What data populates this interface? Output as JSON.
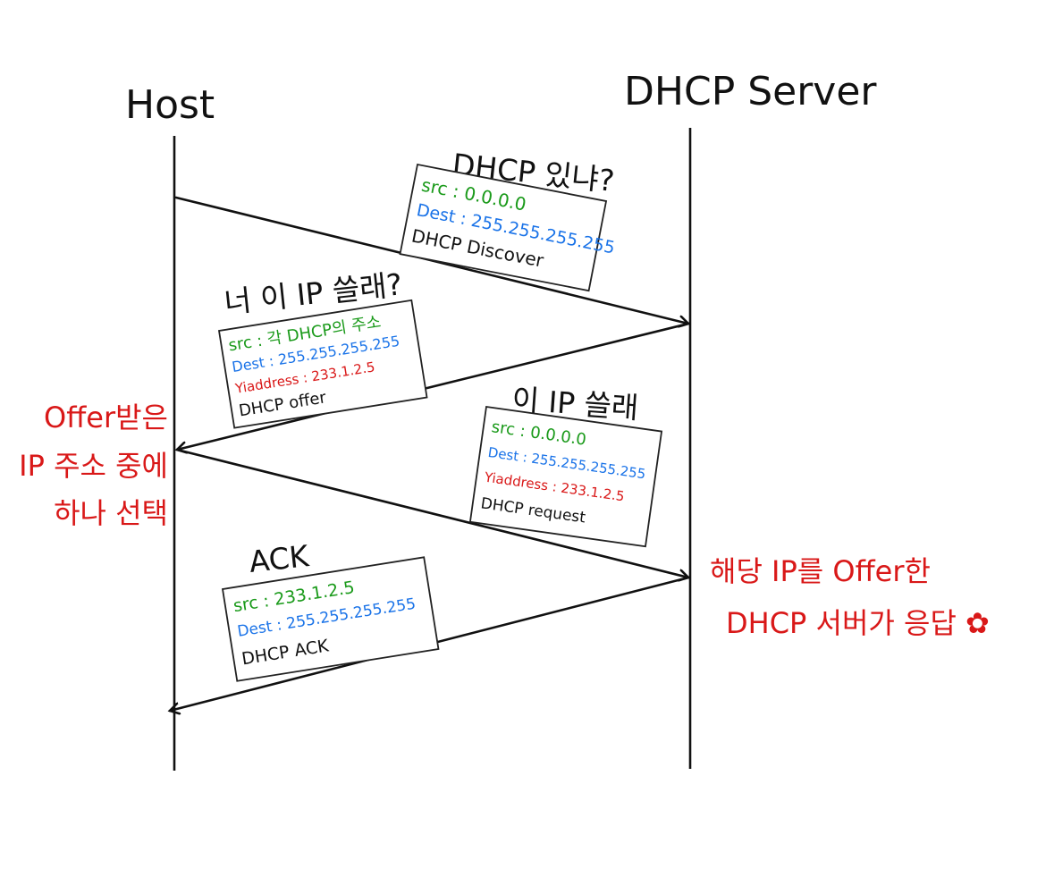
{
  "participants": {
    "host": "Host",
    "server": "DHCP Server"
  },
  "messages": [
    {
      "heading": "DHCP 있냐?",
      "src": "src : 0.0.0.0",
      "dest": "Dest : 255.255.255.255",
      "name": "DHCP Discover"
    },
    {
      "heading": "너 이 IP 쓸래?",
      "src": "src : 각 DHCP의 주소",
      "dest": "Dest : 255.255.255.255",
      "yiaddr": "Yiaddress : 233.1.2.5",
      "name": "DHCP offer"
    },
    {
      "heading": "이 IP 쓸래",
      "src": "src : 0.0.0.0",
      "dest": "Dest : 255.255.255.255",
      "yiaddr": "Yiaddress : 233.1.2.5",
      "name": "DHCP request"
    },
    {
      "heading": "ACK",
      "src": "src : 233.1.2.5",
      "dest": "Dest : 255.255.255.255",
      "name": "DHCP ACK"
    }
  ],
  "notes": {
    "host_lines": [
      "Offer받은",
      "IP 주소 중에",
      "하나 선택"
    ],
    "server_lines": [
      "해당 IP를 Offer한",
      "DHCP 서버가 응답 ✿"
    ]
  },
  "colors": {
    "src": "#1a9a1a",
    "dest": "#1a73e8",
    "yiaddr": "#d91818",
    "note": "#d91818"
  }
}
